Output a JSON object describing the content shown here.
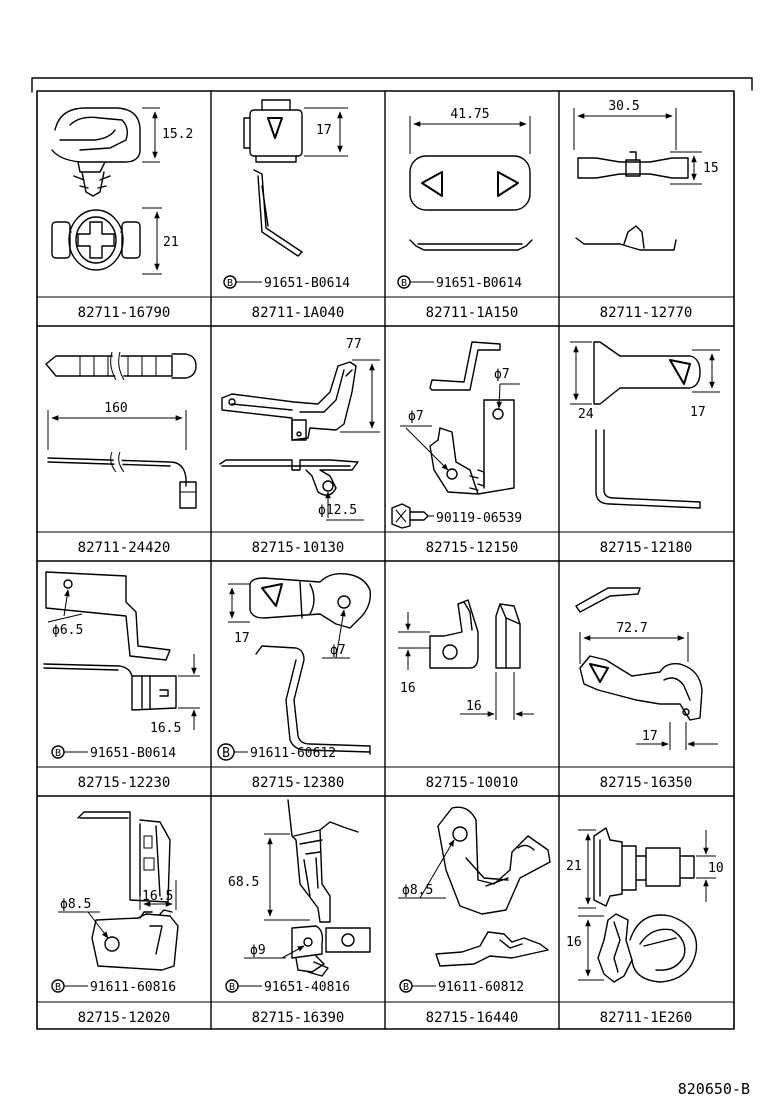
{
  "diagram_code": "820650-B",
  "parts": [
    {
      "part_number": "82711-16790",
      "dims": [
        "15.2",
        "21"
      ]
    },
    {
      "part_number": "82711-1A040",
      "dims": [
        "17"
      ],
      "screw_symbol": "B",
      "screw_number": "91651-B0614"
    },
    {
      "part_number": "82711-1A150",
      "dims": [
        "41.75"
      ],
      "screw_symbol": "B",
      "screw_number": "91651-B0614"
    },
    {
      "part_number": "82711-12770",
      "dims": [
        "30.5",
        "15"
      ]
    },
    {
      "part_number": "82711-24420",
      "dims": [
        "160"
      ]
    },
    {
      "part_number": "82715-10130",
      "dims": [
        "77",
        "ϕ12.5"
      ]
    },
    {
      "part_number": "82715-12150",
      "dims": [
        "ϕ7",
        "ϕ7"
      ],
      "screw_number": "90119-06539"
    },
    {
      "part_number": "82715-12180",
      "dims": [
        "24",
        "17"
      ]
    },
    {
      "part_number": "82715-12230",
      "dims": [
        "ϕ6.5",
        "16.5"
      ],
      "screw_symbol": "B",
      "screw_number": "91651-B0614"
    },
    {
      "part_number": "82715-12380",
      "dims": [
        "17",
        "ϕ7"
      ],
      "screw_symbol": "B",
      "screw_number": "91611-60612"
    },
    {
      "part_number": "82715-10010",
      "dims": [
        "16",
        "16"
      ]
    },
    {
      "part_number": "82715-16350",
      "dims": [
        "72.7",
        "17"
      ]
    },
    {
      "part_number": "82715-12020",
      "dims": [
        "16.5",
        "ϕ8.5"
      ],
      "screw_symbol": "B",
      "screw_number": "91611-60816"
    },
    {
      "part_number": "82715-16390",
      "dims": [
        "68.5",
        "ϕ9"
      ],
      "screw_symbol": "B",
      "screw_number": "91651-40816"
    },
    {
      "part_number": "82715-16440",
      "dims": [
        "ϕ8.5"
      ],
      "screw_symbol": "B",
      "screw_number": "91611-60812"
    },
    {
      "part_number": "82711-1E260",
      "dims": [
        "21",
        "10",
        "16"
      ]
    }
  ]
}
